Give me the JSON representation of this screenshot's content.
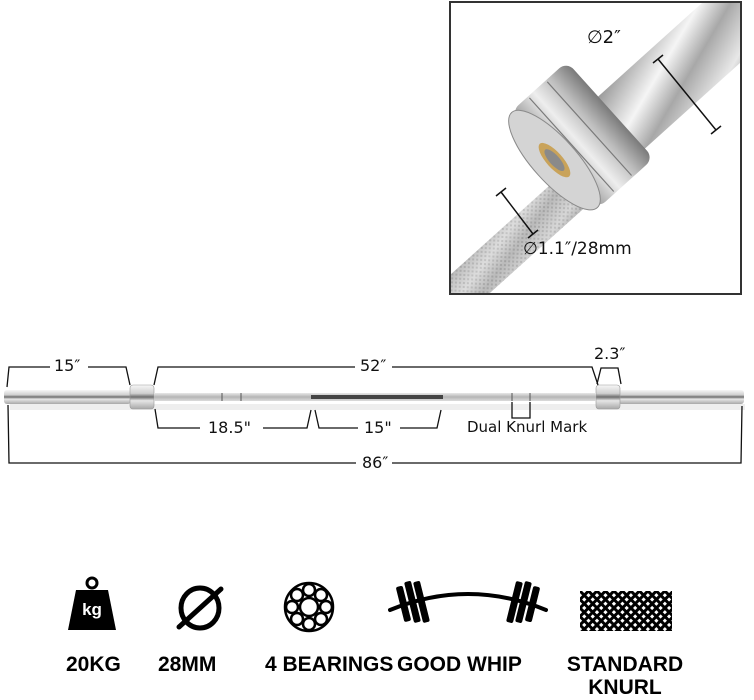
{
  "inset": {
    "outer_diameter_label": "∅2″",
    "inner_diameter_label": "∅1.1″/28mm"
  },
  "barbell_diagram": {
    "sleeve_length": "15″",
    "shaft_length": "52″",
    "collar_width": "2.3″",
    "grip_to_knurl": "18.5\"",
    "center_knurl": "15\"",
    "dual_knurl_mark": "Dual Knurl Mark",
    "total_length": "86″"
  },
  "features": [
    {
      "icon": "weight-kg-icon",
      "icon_text": "kg",
      "label": "20KG"
    },
    {
      "icon": "diameter-icon",
      "label": "28MM"
    },
    {
      "icon": "bearing-icon",
      "label": "4 BEARINGS"
    },
    {
      "icon": "barbell-whip-icon",
      "label": "GOOD WHIP"
    },
    {
      "icon": "knurl-pattern-icon",
      "label_line1": "STANDARD",
      "label_line2": "KNURL"
    }
  ],
  "colors": {
    "steel_light": "#f2f2f2",
    "steel_mid": "#bdbdbd",
    "steel_dark": "#6e6e6e",
    "bronze": "#c9a35a",
    "line": "#111111"
  }
}
